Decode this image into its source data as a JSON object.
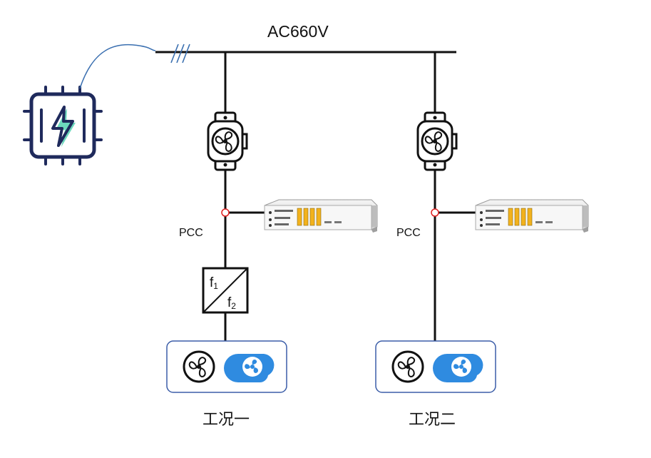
{
  "bus": {
    "voltage_label": "AC660V"
  },
  "pcc_label": "PCC",
  "freq_converter": {
    "top": "f",
    "top_sub": "1",
    "bottom": "f",
    "bottom_sub": "2"
  },
  "branches": [
    {
      "case_label": "工况一"
    },
    {
      "case_label": "工况二"
    }
  ],
  "colors": {
    "line": "#111111",
    "pcc_point": "#e02020",
    "chip_outline": "#1f2a5c",
    "bolt_accent": "#2ec7a0",
    "cable": "#3a6fb0",
    "load_box_border": "#3b5da8",
    "cloud_fan": "#2f8be0"
  },
  "icons": [
    "chip-power-icon",
    "cooling-fan-icon",
    "power-analyzer-icon",
    "fan-icon",
    "cloud-fan-icon"
  ]
}
